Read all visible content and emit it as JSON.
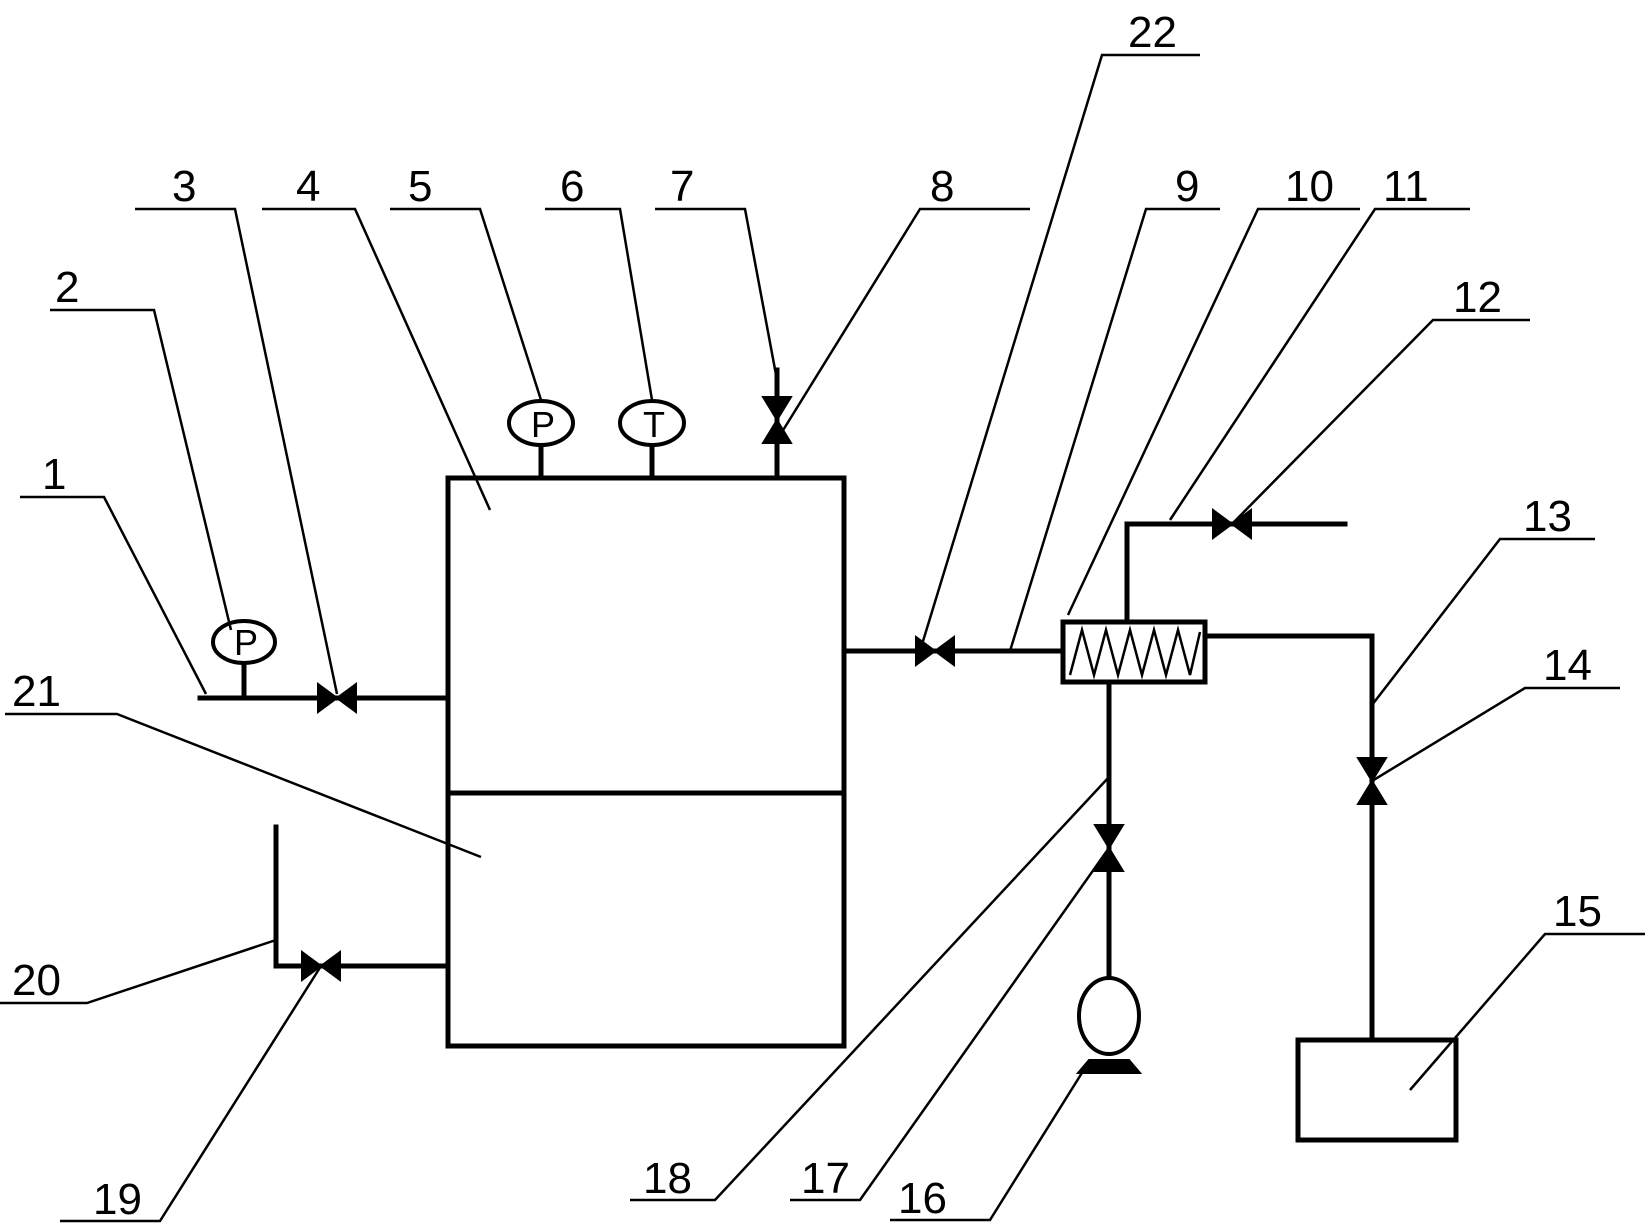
{
  "colors": {
    "line": "#000000",
    "background": "#ffffff"
  },
  "gauge_letters": {
    "pressure": "P",
    "temperature": "T"
  },
  "labels": [
    "1",
    "2",
    "3",
    "4",
    "5",
    "6",
    "7",
    "8",
    "9",
    "10",
    "11",
    "12",
    "13",
    "14",
    "15",
    "16",
    "17",
    "18",
    "19",
    "20",
    "21",
    "22"
  ]
}
